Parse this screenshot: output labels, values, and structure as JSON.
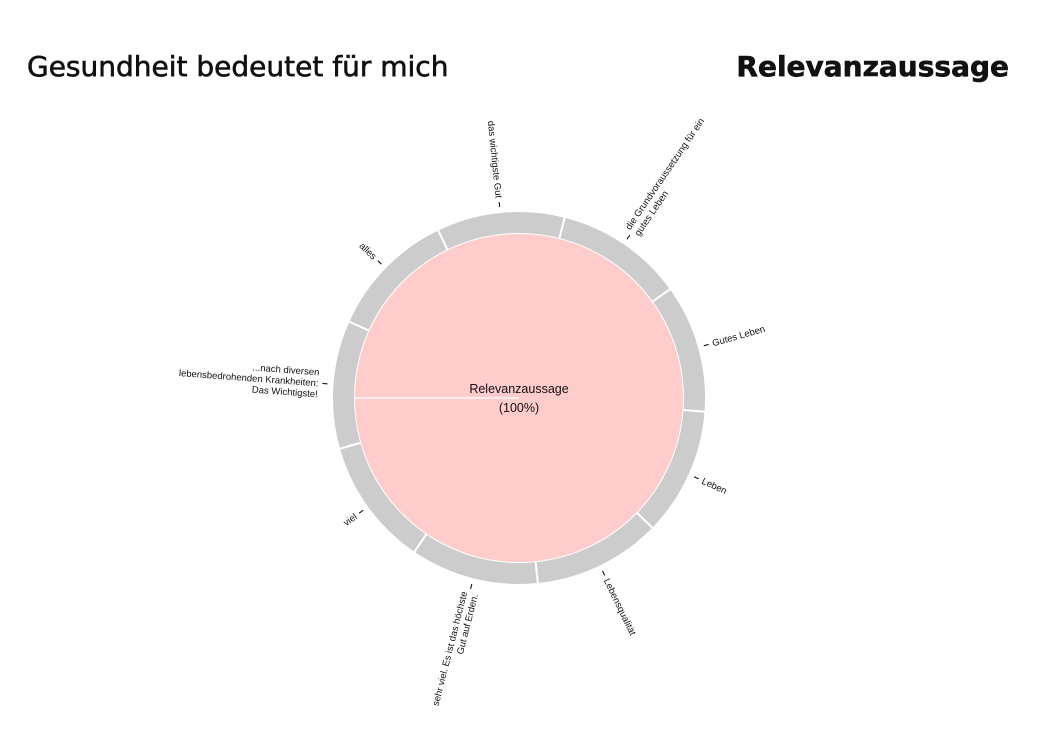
{
  "header": {
    "title": "Gesundheit bedeutet für mich",
    "side_title": "Relevanzaussage"
  },
  "colors": {
    "center_fill": "#ffcccc",
    "ring_fill": "#cccccc",
    "separator": "#ffffff",
    "tick": "#000000",
    "text": "#111111"
  },
  "chart_data": {
    "type": "sunburst",
    "center": {
      "label": "Relevanzaussage",
      "value_label": "(100%)"
    },
    "segments": [
      {
        "label": "das wichtigste Gut",
        "value": 1
      },
      {
        "label": "die Grundvoraussetzung für ein gutes Leben",
        "lines": [
          "die Grundvoraussetzung für ein",
          "gutes Leben"
        ],
        "value": 1
      },
      {
        "label": "Gutes Leben",
        "value": 1
      },
      {
        "label": "Leben",
        "value": 1
      },
      {
        "label": "Lebensqualität",
        "value": 1
      },
      {
        "label": "sehr viel. Es ist das höchste Gut auf Erden.",
        "lines": [
          "sehr viel. Es ist das höchste",
          "Gut auf Erden."
        ],
        "value": 1
      },
      {
        "label": "viel",
        "value": 1
      },
      {
        "label": "...nach diversen lebensbedrohenden Krankheiten: Das Wichtigste!",
        "lines": [
          "...nach diversen",
          "lebensbedrohenden Krankheiten:",
          "Das Wichtigste!"
        ],
        "value": 1
      },
      {
        "label": "alles",
        "value": 1
      }
    ]
  }
}
